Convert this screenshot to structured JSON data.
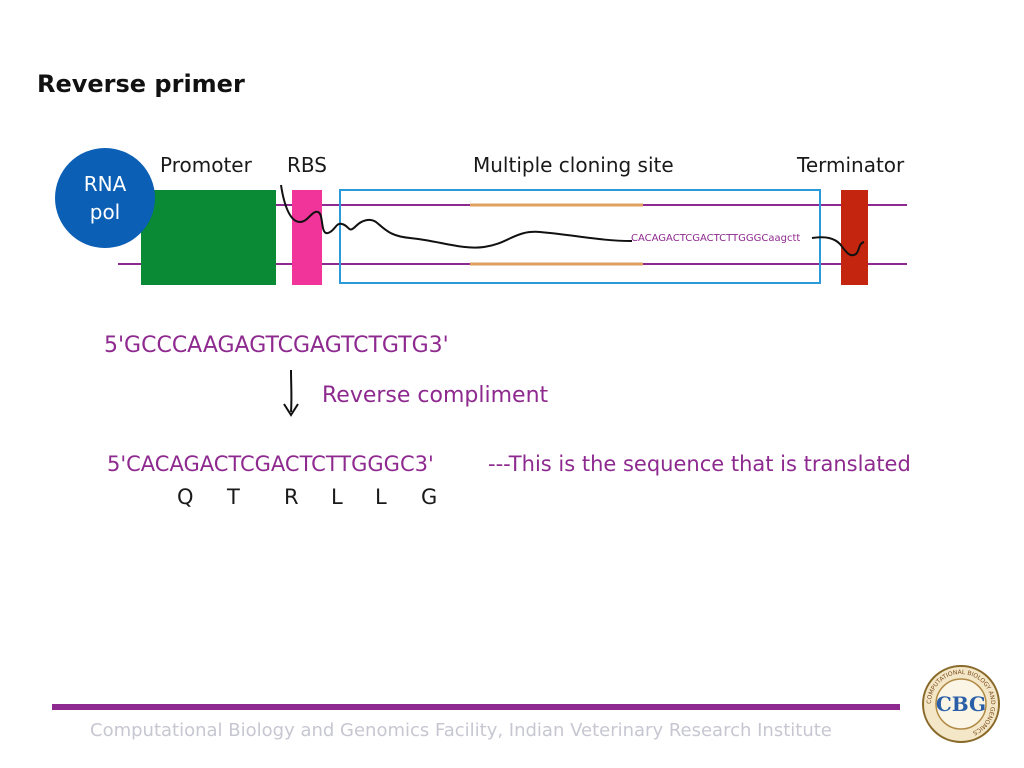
{
  "slide": {
    "title": "Reverse primer",
    "labels": {
      "promoter": "Promoter",
      "rbs": "RBS",
      "mcs": "Multiple cloning site",
      "terminator": "Terminator"
    },
    "rna_pol": {
      "line1": "RNA",
      "line2": "pol"
    },
    "mrna_sequence": "CACAGACTCGACTCTTGGGCaagctt",
    "primer_sequence": "5'GCCCAAGAGTCGAGTCTGTG3'",
    "reverse_label": "Reverse compliment",
    "reverse_sequence": "5'CACAGACTCGACTCTTGGGC3'",
    "note": "---This is the sequence that is translated",
    "amino_acids": [
      "Q",
      "T",
      "R",
      "L",
      "L",
      "G"
    ],
    "footer": "Computational Biology and Genomics Facility, Indian Veterinary Research Institute",
    "logo_text": "CBG",
    "logo_ring_text": "COMPUTATIONAL BIOLOGY AND GENOMICS"
  },
  "colors": {
    "accent_purple": "#8e2a8f",
    "promoter_green": "#0a8a34",
    "rbs_pink": "#f0349a",
    "terminator_red": "#c4250e",
    "rna_pol_blue": "#0b5fb5",
    "mcs_box_blue": "#2a9ad8",
    "mcs_orange": "#e0a060"
  }
}
